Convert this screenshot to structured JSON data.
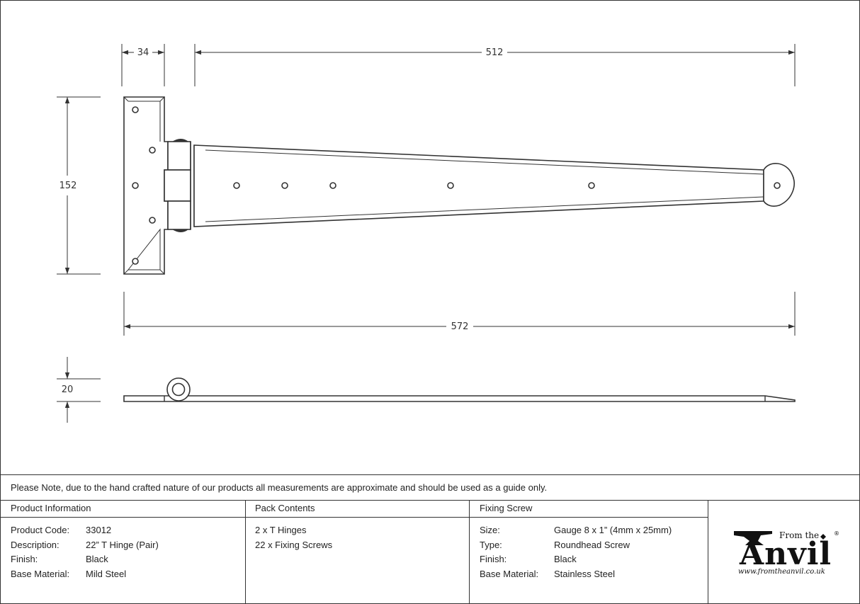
{
  "dimensions": {
    "flap_width": "34",
    "strap_length": "512",
    "height": "152",
    "overall_length": "572",
    "thickness": "20"
  },
  "note": "Please Note, due to the hand crafted nature of our products all measurements are approximate and should be used as a guide only.",
  "product_info": {
    "heading": "Product Information",
    "rows": [
      {
        "label": "Product Code:",
        "value": "33012"
      },
      {
        "label": "Description:",
        "value": "22” T Hinge (Pair)"
      },
      {
        "label": "Finish:",
        "value": "Black"
      },
      {
        "label": "Base Material:",
        "value": "Mild Steel"
      }
    ]
  },
  "pack_contents": {
    "heading": "Pack Contents",
    "items": [
      "2 x T Hinges",
      "22 x Fixing Screws"
    ]
  },
  "fixing_screw": {
    "heading": "Fixing Screw",
    "rows": [
      {
        "label": "Size:",
        "value": "Gauge 8 x 1” (4mm x 25mm)"
      },
      {
        "label": "Type:",
        "value": "Roundhead Screw"
      },
      {
        "label": "Finish:",
        "value": "Black"
      },
      {
        "label": "Base Material:",
        "value": "Stainless Steel"
      }
    ]
  },
  "logo": {
    "from_the": "From the",
    "name": "Anvil",
    "registered": "®",
    "url": "www.fromtheanvil.co.uk"
  }
}
